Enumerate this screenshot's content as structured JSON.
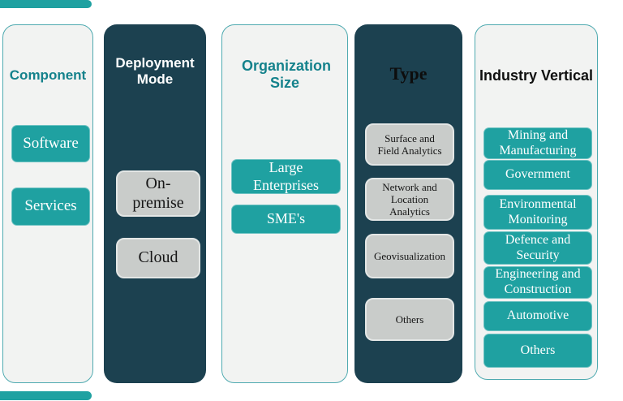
{
  "palette": {
    "accent_teal": "#1FA1A1",
    "title_teal": "#15828C",
    "dark_column_bg": "#1C4150",
    "light_column_bg": "#F2F3F2",
    "light_column_border": "#4FAAB0",
    "gray_chip_bg": "#C9CCCA",
    "dark_title_text": "#0D0D0D",
    "white_text": "#FFFFFF"
  },
  "columns": [
    {
      "title": "Component",
      "items": [
        {
          "label": "Software"
        },
        {
          "label": "Services"
        }
      ]
    },
    {
      "title": "Deployment Mode",
      "items": [
        {
          "label": "On-premise"
        },
        {
          "label": "Cloud"
        }
      ]
    },
    {
      "title": "Organization Size",
      "items": [
        {
          "label": "Large Enterprises"
        },
        {
          "label": "SME's"
        }
      ]
    },
    {
      "title": "Type",
      "items": [
        {
          "label": "Surface and Field Analytics"
        },
        {
          "label": "Network and Location Analytics"
        },
        {
          "label": "Geovisualization"
        },
        {
          "label": "Others"
        }
      ]
    },
    {
      "title": "Industry Vertical",
      "items": [
        {
          "label": "Mining and Manufacturing"
        },
        {
          "label": "Government"
        },
        {
          "label": "Environmental Monitoring"
        },
        {
          "label": "Defence and Security"
        },
        {
          "label": "Engineering and Construction"
        },
        {
          "label": "Automotive"
        },
        {
          "label": "Others"
        }
      ]
    }
  ]
}
